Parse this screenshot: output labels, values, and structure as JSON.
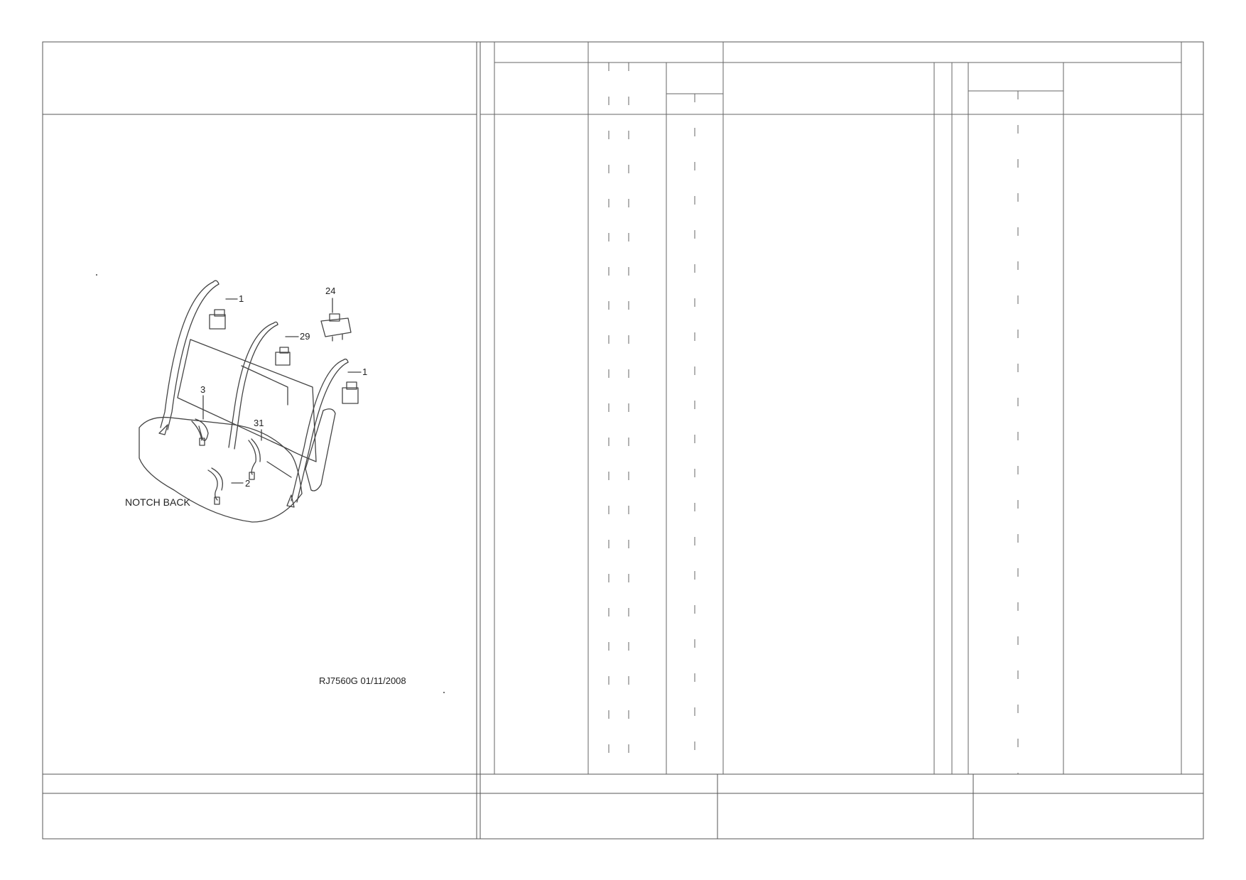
{
  "illustration": {
    "caption": "NOTCH BACK",
    "drawing_ref": "RJ7560G  01/11/2008",
    "callouts": [
      "1",
      "24",
      "29",
      "1",
      "3",
      "31",
      "2"
    ]
  }
}
